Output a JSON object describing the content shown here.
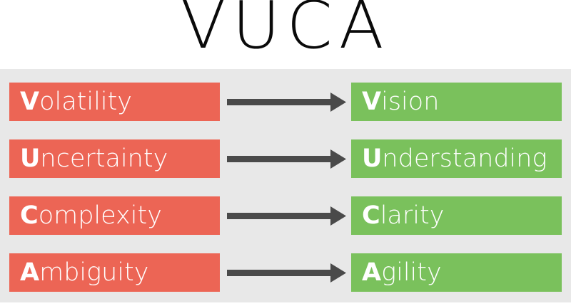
{
  "title": "VUCA",
  "colors": {
    "background": "#ffffff",
    "panel": "#e8e8e8",
    "problem": "#ec6555",
    "solution": "#7ac15c",
    "arrow": "#4a4a4a",
    "title_text": "#0a0a0a",
    "box_text": "#ffffff"
  },
  "rows": [
    {
      "problem_initial": "V",
      "problem_rest": "olatility",
      "problem_full": "Volatility",
      "arrow_icon": "right-arrow-icon",
      "solution_initial": "V",
      "solution_rest": "ision",
      "solution_full": "Vision"
    },
    {
      "problem_initial": "U",
      "problem_rest": "ncertainty",
      "problem_full": "Uncertainty",
      "arrow_icon": "right-arrow-icon",
      "solution_initial": "U",
      "solution_rest": "nderstanding",
      "solution_full": "Understanding"
    },
    {
      "problem_initial": "C",
      "problem_rest": "omplexity",
      "problem_full": "Complexity",
      "arrow_icon": "right-arrow-icon",
      "solution_initial": "C",
      "solution_rest": "larity",
      "solution_full": "Clarity"
    },
    {
      "problem_initial": "A",
      "problem_rest": "mbiguity",
      "problem_full": "Ambiguity",
      "arrow_icon": "right-arrow-icon",
      "solution_initial": "A",
      "solution_rest": "gility",
      "solution_full": "Agility"
    }
  ]
}
